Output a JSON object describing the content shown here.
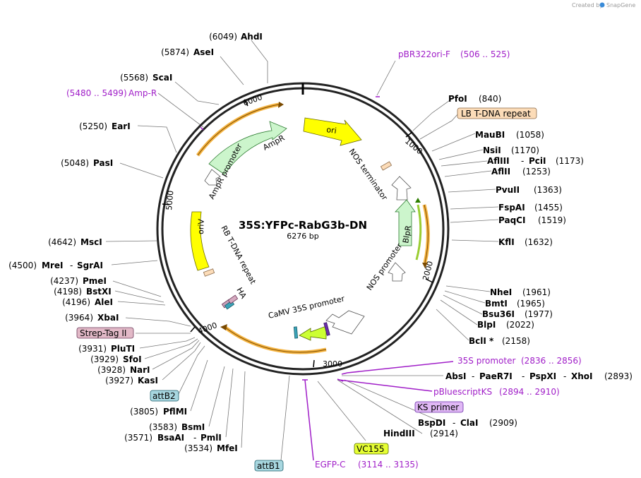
{
  "credit": {
    "prefix": "Created by",
    "brand": "SnapGene"
  },
  "plasmid": {
    "name": "35S:YFPc-RabG3b-DN",
    "length": "6276 bp"
  },
  "ticks": [
    "1000",
    "2000",
    "3000",
    "4000",
    "5000",
    "6000"
  ],
  "features": {
    "ori": "ori",
    "nos_terminator": "NOS terminator",
    "blpr": "BlpR",
    "nos_promoter": "NOS promoter",
    "camv": "CaMV 35S promoter",
    "rb": "RB T-DNA repeat",
    "ha": "HA",
    "oriv": "oriV",
    "ampr": "AmpR",
    "ampr_promoter": "AmpR promoter"
  },
  "sites": {
    "ahdi": {
      "pos": "(6049)",
      "name": "AhdI"
    },
    "asei": {
      "pos": "(5874)",
      "name": "AseI"
    },
    "scai": {
      "pos": "(5568)",
      "name": "ScaI"
    },
    "eari": {
      "pos": "(5250)",
      "name": "EarI"
    },
    "pasi": {
      "pos": "(5048)",
      "name": "PasI"
    },
    "msci": {
      "pos": "(4642)",
      "name": "MscI"
    },
    "mrei": {
      "pos": "(4500)",
      "name": "MreI",
      "name2": "SgrAI"
    },
    "pmei": {
      "pos": "(4237)",
      "name": "PmeI"
    },
    "bstxi": {
      "pos": "(4198)",
      "name": "BstXI"
    },
    "alei": {
      "pos": "(4196)",
      "name": "AleI"
    },
    "xbai": {
      "pos": "(3964)",
      "name": "XbaI"
    },
    "pluti": {
      "pos": "(3931)",
      "name": "PluTI"
    },
    "sfoi": {
      "pos": "(3929)",
      "name": "SfoI"
    },
    "nari": {
      "pos": "(3928)",
      "name": "NarI"
    },
    "kasi": {
      "pos": "(3927)",
      "name": "KasI"
    },
    "pflmi": {
      "pos": "(3805)",
      "name": "PflMI"
    },
    "bsmi": {
      "pos": "(3583)",
      "name": "BsmI"
    },
    "bsaai": {
      "pos": "(3571)",
      "name": "BsaAI",
      "name2": "PmlI"
    },
    "mfei": {
      "pos": "(3534)",
      "name": "MfeI"
    },
    "pfoi": {
      "pos": "(840)",
      "name": "PfoI"
    },
    "maubi": {
      "pos": "(1058)",
      "name": "MauBI"
    },
    "nsii": {
      "pos": "(1170)",
      "name": "NsiI"
    },
    "afliii": {
      "pos": "(1173)",
      "name": "AflIII",
      "name2": "PciI"
    },
    "aflii": {
      "pos": "(1253)",
      "name": "AflII"
    },
    "pvuii": {
      "pos": "(1363)",
      "name": "PvuII"
    },
    "fspai": {
      "pos": "(1455)",
      "name": "FspAI"
    },
    "paqci": {
      "pos": "(1519)",
      "name": "PaqCI"
    },
    "kfli": {
      "pos": "(1632)",
      "name": "KflI"
    },
    "nhei": {
      "pos": "(1961)",
      "name": "NheI"
    },
    "bmti": {
      "pos": "(1965)",
      "name": "BmtI"
    },
    "bsu36i": {
      "pos": "(1977)",
      "name": "Bsu36I"
    },
    "blpi": {
      "pos": "(2022)",
      "name": "BlpI"
    },
    "bcli": {
      "pos": "(2158)",
      "name": "BclI *"
    },
    "absi": {
      "pos": "(2893)",
      "name": "AbsI",
      "name2": "PaeR7I",
      "name3": "PspXI",
      "name4": "XhoI"
    },
    "bspdi": {
      "pos": "(2909)",
      "name": "BspDI",
      "name2": "ClaI"
    },
    "hindiii": {
      "pos": "(2914)",
      "name": "HindIII"
    }
  },
  "primers": {
    "pbr322": {
      "name": "pBR322ori-F",
      "range": "(506 .. 525)"
    },
    "ampr": {
      "name": "Amp-R",
      "range": "(5480 .. 5499)"
    },
    "p35s": {
      "name": "35S promoter",
      "range": "(2836 .. 2856)"
    },
    "pbluescript": {
      "name": "pBluescriptKS",
      "range": "(2894 .. 2910)"
    },
    "egfpc": {
      "name": "EGFP-C",
      "range": "(3114 .. 3135)"
    }
  },
  "boxed": {
    "lb": "LB T-DNA repeat",
    "strep": "Strep-Tag II",
    "attb2": "attB2",
    "attb1": "attB1",
    "ks": "KS primer",
    "vc155": "VC155"
  },
  "colors": {
    "primer": "#a01ec8",
    "ori": "#ffff00",
    "marker": "#ccf5cc",
    "orf": "#f5b441",
    "yfp": "#ccff33",
    "lb": "#fcdcb8",
    "strep": "#e2b9c7",
    "att": "#a8d7e0",
    "ks": "#e0b8f5",
    "vc155": "#e6ff33"
  }
}
